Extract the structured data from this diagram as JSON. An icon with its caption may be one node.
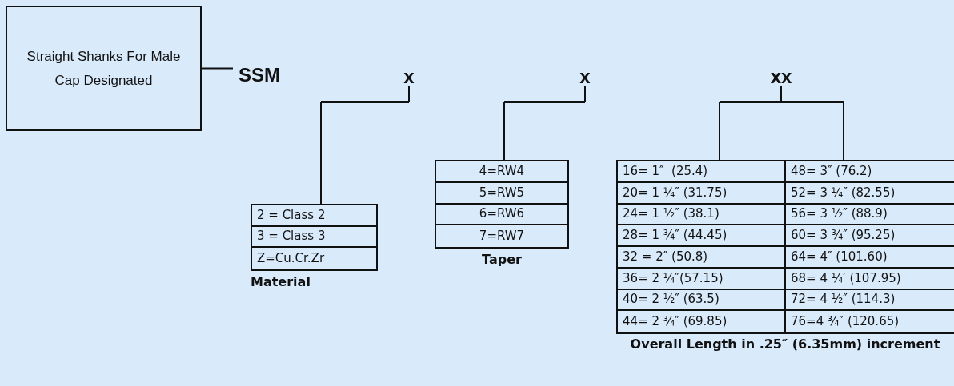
{
  "diagram": {
    "nodes": [
      {
        "text": [
          "Straight Shanks For Male Cap Designated"
        ]
      },
      {
        "text": [
          "SSM"
        ]
      },
      {
        "text": [
          "x"
        ]
      },
      {
        "text": [
          "2 = Class 2",
          "3 = Class 3",
          "Z=Cu.Cr.Zr"
        ],
        "beside": [
          "Material"
        ]
      },
      {
        "text": [
          "x"
        ]
      },
      {
        "text": [
          "4=RW4",
          "5=RW5",
          "6=RW6",
          "7=RW7"
        ],
        "beside": [
          "Taper"
        ]
      },
      {
        "text": [
          "xx"
        ]
      },
      {
        "text": [
          "16= 1″  (25.4)",
          "48= 3″ (76.2)",
          "20= 1 ¼″ (31.75)",
          "52= 3 ¼″ (82.55)",
          "24= 1 ½″ (38.1)",
          "56= 3 ½″ (88.9)",
          "28= 1 ¾″ (44.45)",
          "60= 3 ¾″ (95.25)",
          "32 = 2″ (50.8)",
          "64= 4″ (101.60)",
          "36= 2 ¼″(57.15)",
          "68= 4 ¼′ (107.95)",
          "40= 2 ½″ (63.5)",
          "72= 4 ½″ (114.3)",
          "44= 2 ¾″ (69.85)",
          "76=4 ¾″ (120.65)"
        ],
        "beside": [
          "Overall Length in .25″ (6.35mm) increment"
        ]
      }
    ],
    "edges": [
      {
        "from": 0,
        "to": 1,
        "arrow": "none"
      },
      {
        "from": 2,
        "to": 3,
        "arrow": "none"
      },
      {
        "from": 4,
        "to": 5,
        "arrow": "none"
      },
      {
        "from": 6,
        "to": 7,
        "arrow": "none"
      }
    ]
  }
}
